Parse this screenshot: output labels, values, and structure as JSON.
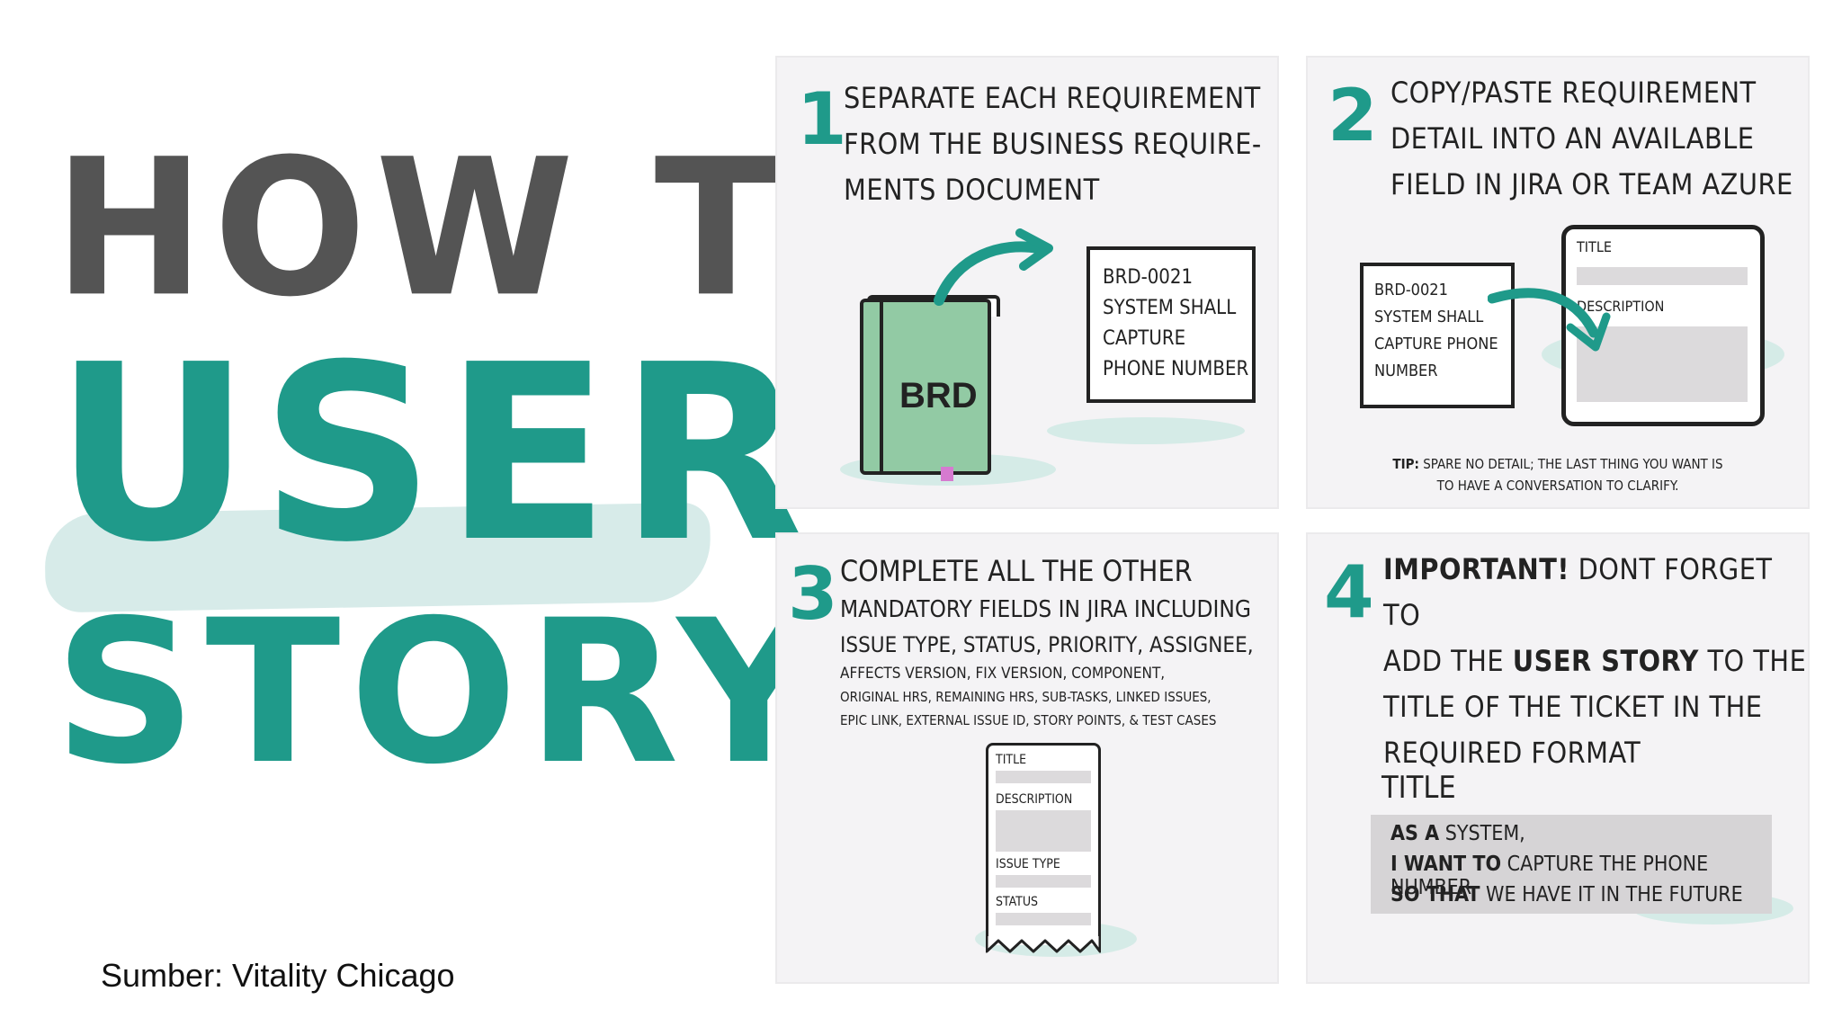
{
  "hero": {
    "line1": "HOW TO",
    "line2": "USER",
    "line3": "STORY"
  },
  "source": "Sumber: Vitality Chicago",
  "panels": [
    {
      "number": "1",
      "lines": [
        "SEPARATE EACH REQUIREMENT",
        "FROM THE BUSINESS REQUIRE-",
        "MENTS DOCUMENT"
      ],
      "book_label": "BRD",
      "card_lines": [
        "BRD-0021",
        "SYSTEM SHALL",
        "CAPTURE",
        "PHONE NUMBER"
      ]
    },
    {
      "number": "2",
      "lines": [
        "COPY/PASTE REQUIREMENT",
        "DETAIL INTO AN AVAILABLE",
        "FIELD IN JIRA OR TEAM AZURE"
      ],
      "card_lines": [
        "BRD-0021",
        "SYSTEM SHALL",
        "CAPTURE PHONE",
        "NUMBER"
      ],
      "form_title": "TITLE",
      "form_description": "DESCRIPTION",
      "tip_label": "TIP:",
      "tip_line1": " SPARE NO DETAIL; THE LAST THING YOU WANT IS",
      "tip_line2": "TO HAVE A CONVERSATION TO CLARIFY."
    },
    {
      "number": "3",
      "lines": [
        "COMPLETE ALL THE OTHER",
        "MANDATORY FIELDS IN JIRA INCLUDING",
        "ISSUE TYPE, STATUS, PRIORITY, ASSIGNEE,"
      ],
      "small_lines": [
        "AFFECTS VERSION, FIX VERSION, COMPONENT,",
        "ORIGINAL HRS, REMAINING HRS, SUB-TASKS, LINKED ISSUES,",
        "EPIC LINK, EXTERNAL ISSUE ID, STORY POINTS, & TEST CASES"
      ],
      "fields": [
        "TITLE",
        "DESCRIPTION",
        "ISSUE TYPE",
        "STATUS"
      ]
    },
    {
      "number": "4",
      "important": "IMPORTANT!",
      "line1_rest": " DONT FORGET TO",
      "line2_a": "ADD THE ",
      "line2_b": "USER STORY",
      "line2_c": " TO THE",
      "line3": "TITLE OF THE TICKET IN THE",
      "line4": "REQUIRED FORMAT",
      "title_label": "TITLE",
      "story": [
        {
          "bold": "AS A",
          "rest": " SYSTEM,"
        },
        {
          "bold": "I WANT TO",
          "rest": " CAPTURE THE PHONE NUMBER"
        },
        {
          "bold": "SO THAT",
          "rest": " WE HAVE IT IN THE FUTURE"
        }
      ]
    }
  ],
  "colors": {
    "teal": "#1f9a8a",
    "gray_text": "#545454",
    "panel_bg": "#f4f3f5",
    "book_green": "#92caa4"
  }
}
